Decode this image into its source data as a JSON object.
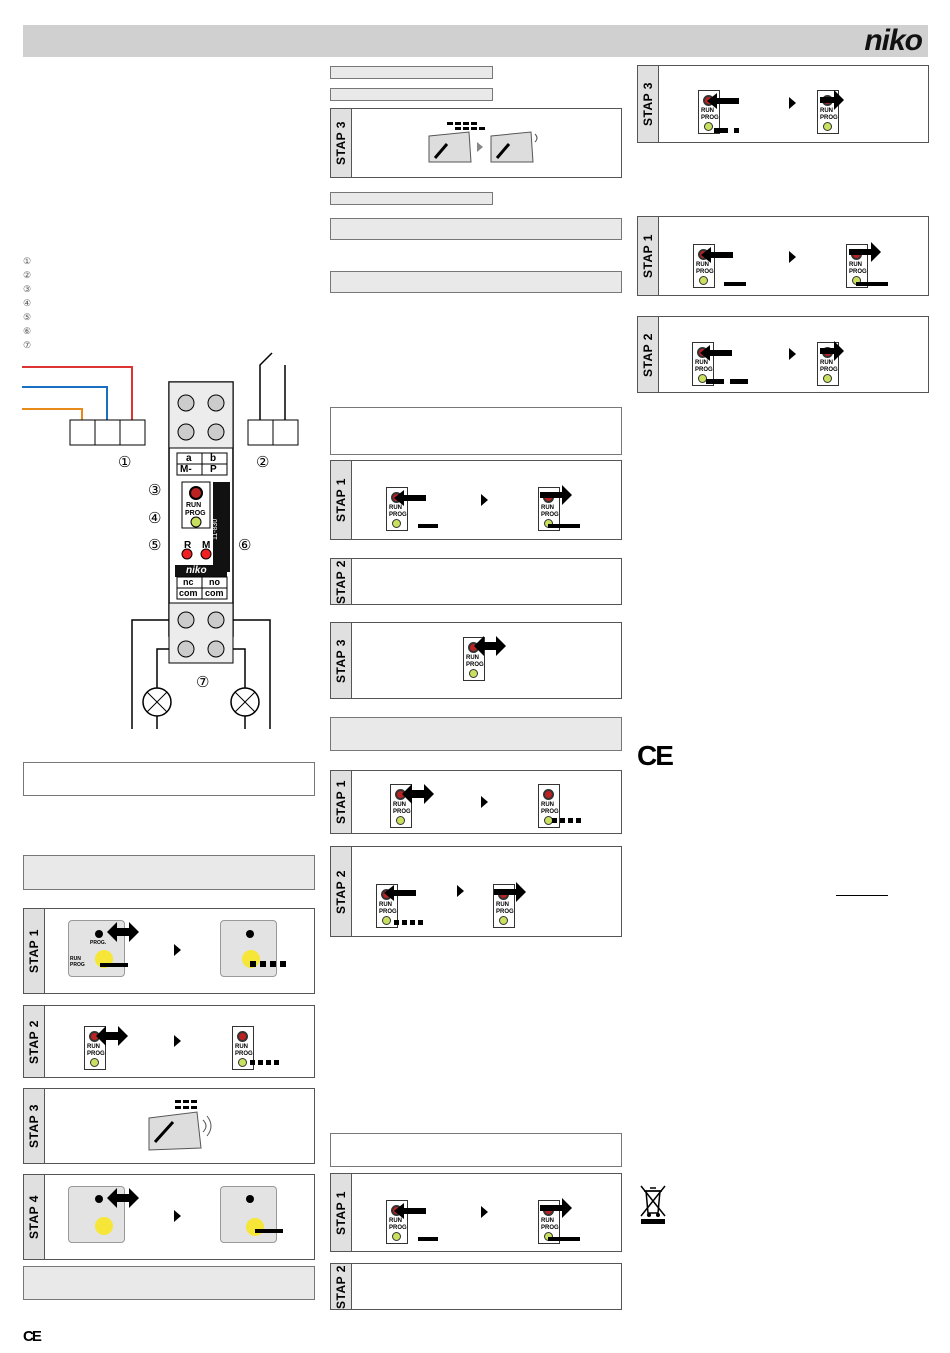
{
  "header": {
    "brand": "niko"
  },
  "legend": [
    "①",
    "②",
    "③",
    "④",
    "⑤",
    "⑥",
    "⑦"
  ],
  "diagram": {
    "label_1": "①",
    "label_2": "②",
    "label_3": "③",
    "label_4": "④",
    "label_5": "⑤",
    "label_6": "⑥",
    "label_7": "⑦",
    "terminal_a": "a",
    "terminal_b": "b",
    "terminal_m": "M-",
    "terminal_p": "P",
    "run": "RUN",
    "prog": "PROG",
    "r": "R",
    "m": "M",
    "model": "11-830",
    "brand": "niko",
    "nc": "nc",
    "no": "no",
    "com1": "com",
    "com2": "com"
  },
  "steps": {
    "stap1": "STAP 1",
    "stap2": "STAP 2",
    "stap3": "STAP 3",
    "stap4": "STAP 4"
  },
  "module": {
    "run": "RUN",
    "prog": "PROG",
    "prog_dot": "PROG."
  },
  "ce": "CE"
}
